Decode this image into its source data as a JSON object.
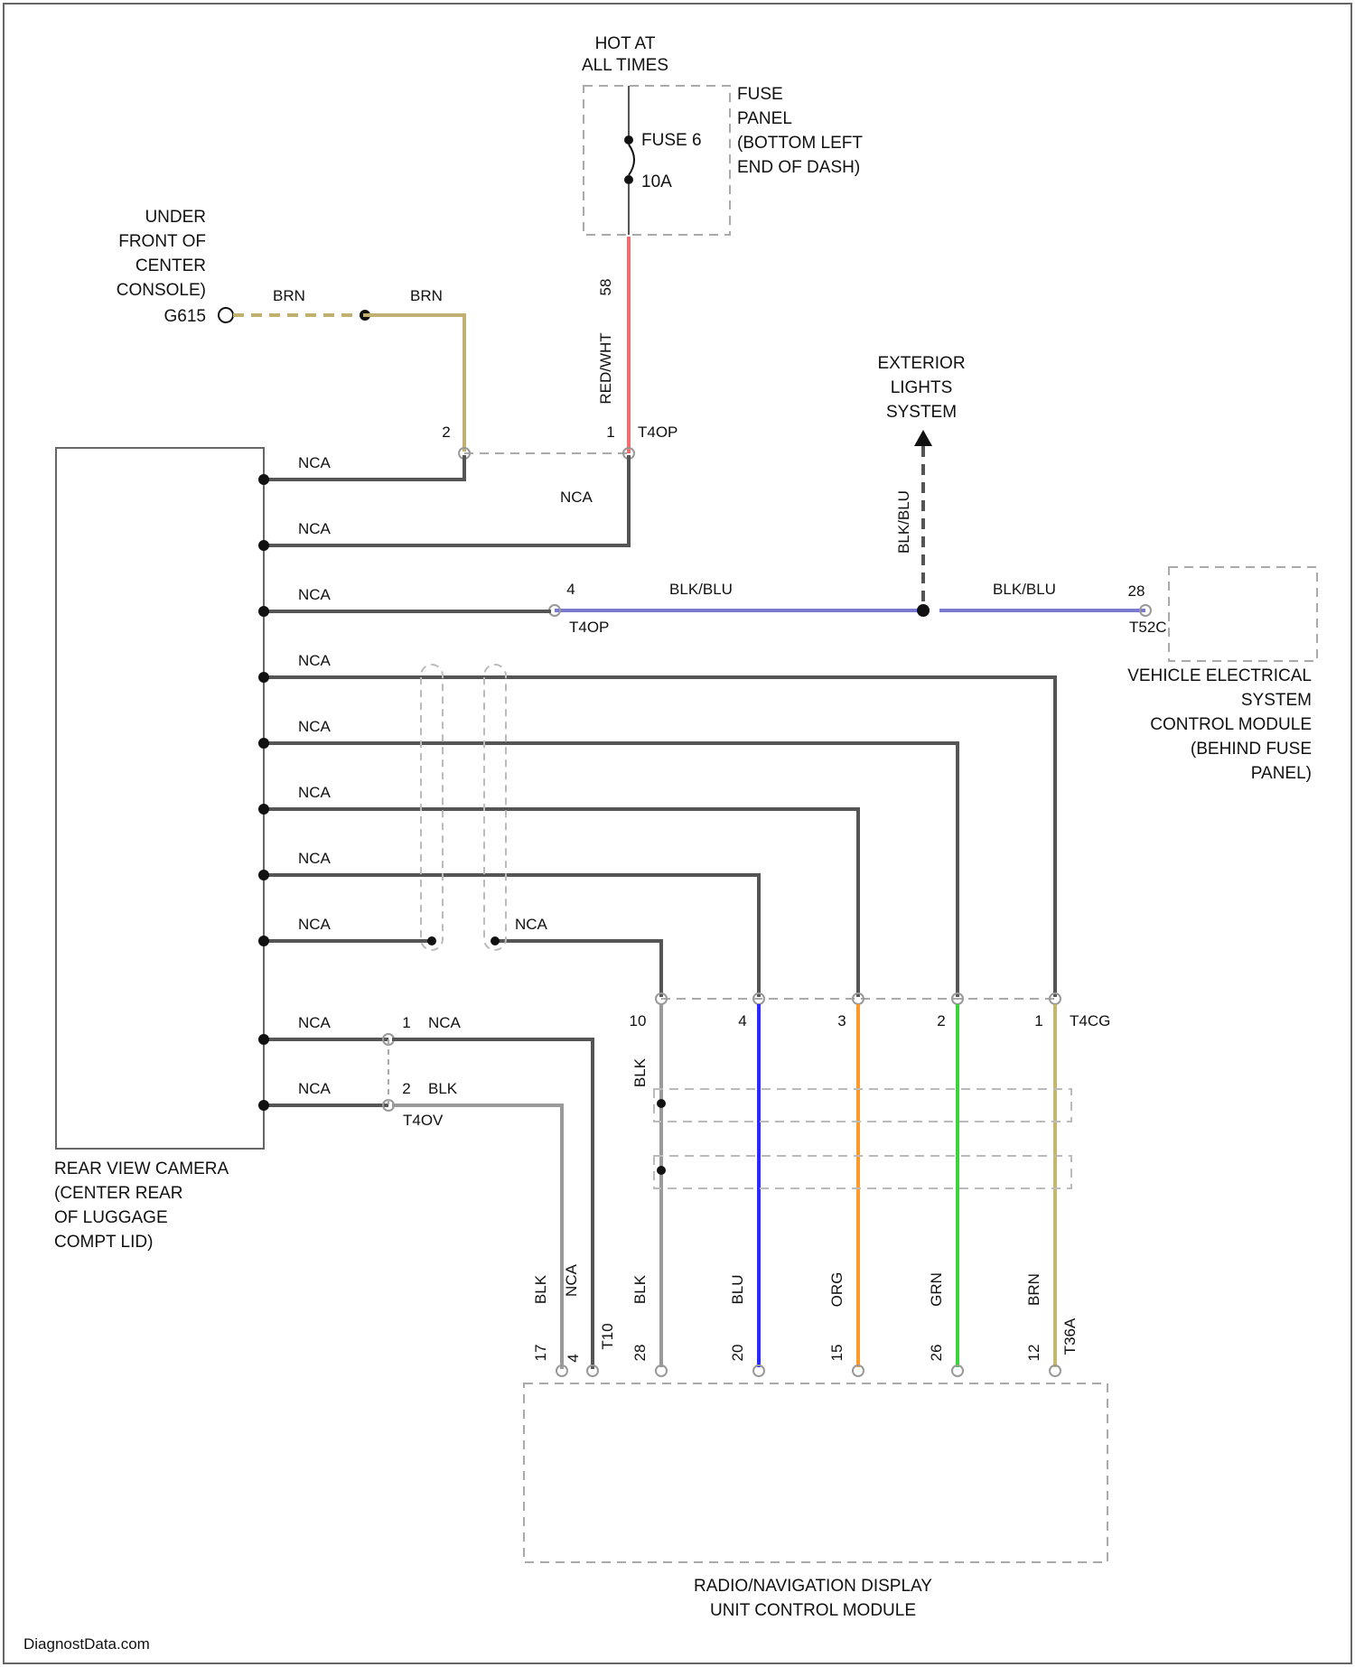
{
  "fuse_source": {
    "hot_label_1": "HOT AT",
    "hot_label_2": "ALL TIMES",
    "fuse_name": "FUSE 6",
    "fuse_rating": "10A",
    "panel_label": [
      "FUSE",
      "PANEL",
      "(BOTTOM LEFT",
      "END OF DASH)"
    ]
  },
  "ground": {
    "label": [
      "UNDER",
      "FRONT OF",
      "CENTER",
      "CONSOLE)",
      "G615"
    ],
    "wire_left": "BRN",
    "wire_right": "BRN"
  },
  "camera_connector": {
    "id": "T4OP",
    "pin_ground": "2",
    "pin_power": "1",
    "pin_reverse": "4",
    "pin_reverse_id": "T4OP",
    "power_wire_pin": "58",
    "power_wire": "RED/WHT"
  },
  "camera_wires": [
    "NCA",
    "NCA",
    "NCA",
    "NCA",
    "NCA",
    "NCA",
    "NCA",
    "NCA",
    "NCA",
    "NCA"
  ],
  "shield_wire": "NCA",
  "exterior_lights": {
    "label": [
      "EXTERIOR",
      "LIGHTS",
      "SYSTEM"
    ],
    "wire": "BLK/BLU"
  },
  "reverse_signal": {
    "wire_left": "BLK/BLU",
    "wire_right": "BLK/BLU",
    "pin": "28",
    "connector": "T52C"
  },
  "vesc_module": {
    "label": [
      "VEHICLE ELECTRICAL",
      "SYSTEM",
      "CONTROL MODULE",
      "(BEHIND FUSE",
      "PANEL)"
    ]
  },
  "video_connector": {
    "id": "T4CG",
    "pins": [
      "10",
      "4",
      "3",
      "2",
      "1"
    ]
  },
  "shield_connector": {
    "id": "T4OV",
    "pin1": "1",
    "pin1_wire": "NCA",
    "pin2": "2",
    "pin2_wire": "BLK",
    "shield_wire_label": "BLK"
  },
  "camera": {
    "label": [
      "REAR VIEW CAMERA",
      "(CENTER REAR",
      "OF LUGGAGE",
      "COMPT LID)"
    ]
  },
  "radio_wires": [
    {
      "pin": "17",
      "name": "BLK",
      "color": "#9a9a9a"
    },
    {
      "pin": "4",
      "name": "NCA",
      "color": "#9a9a9a"
    },
    {
      "pin": "28",
      "name": "BLK",
      "color": "#9a9a9a"
    },
    {
      "pin": "20",
      "name": "BLU",
      "color": "#2b2bff"
    },
    {
      "pin": "15",
      "name": "ORG",
      "color": "#ff9a2a"
    },
    {
      "pin": "26",
      "name": "GRN",
      "color": "#3bd33b"
    },
    {
      "pin": "12",
      "name": "BRN",
      "color": "#c9b66e"
    }
  ],
  "radio_connectors": {
    "left": "T10",
    "right": "T36A"
  },
  "radio_module": {
    "label": [
      "RADIO/NAVIGATION DISPLAY",
      "UNIT CONTROL MODULE"
    ]
  },
  "footer": {
    "watermark": "DiagnostData.com"
  },
  "colors": {
    "neutral_wire": "#555555",
    "red_wire": "#f07070",
    "brown_wire": "#c2b070",
    "blk_blu_wire": "#7a7ad0",
    "dashed": "#aaaaaa"
  }
}
